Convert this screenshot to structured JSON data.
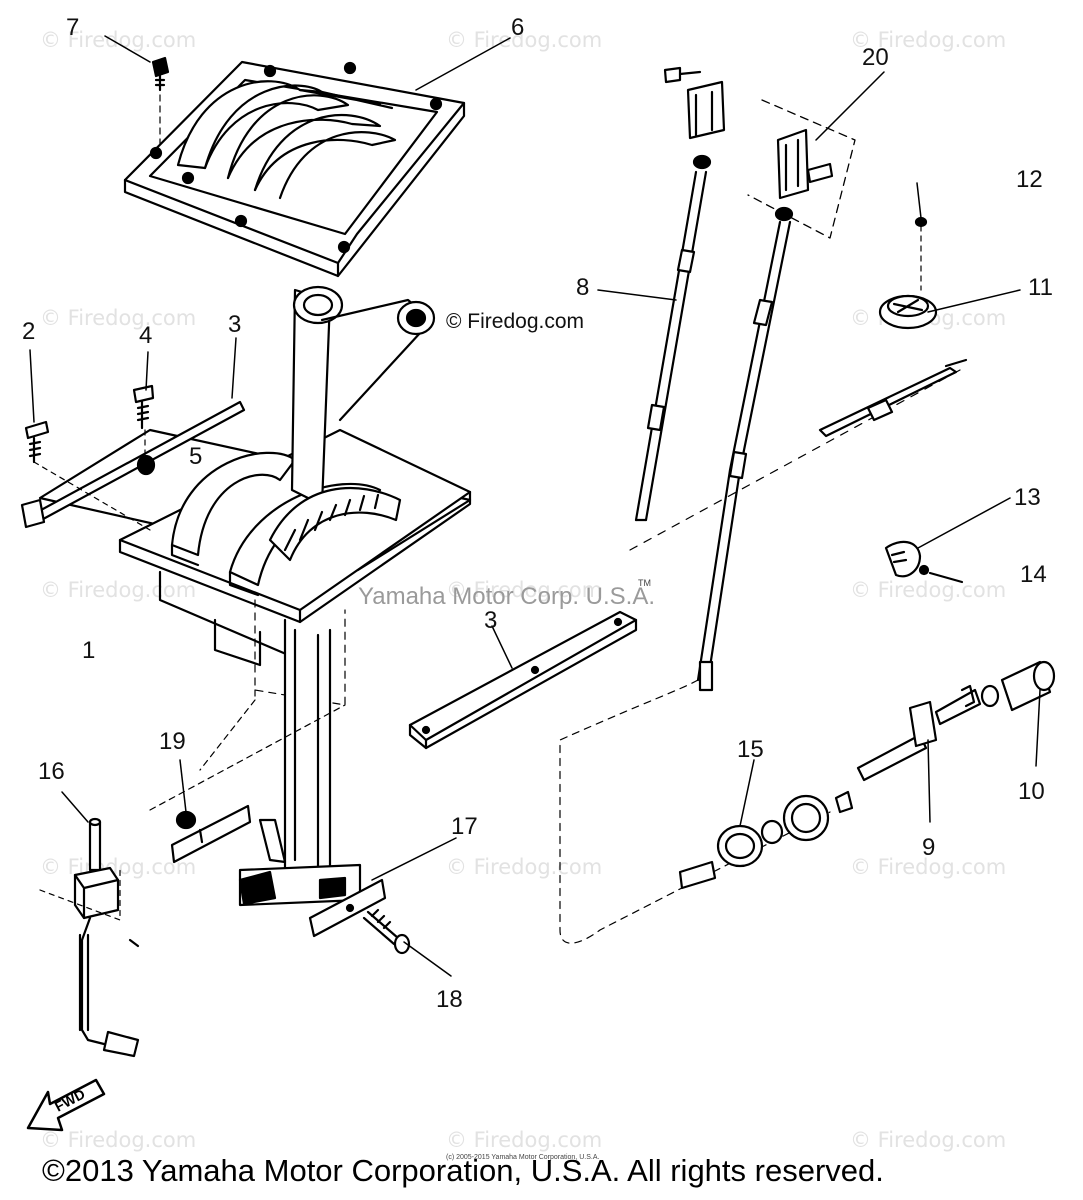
{
  "diagram": {
    "watermark_text": "© Firedog.com",
    "center_watermark": "Yamaha Motor Corp. U.S.A.",
    "tm_mark": "TM",
    "fine_print": "(c) 2005-2015 Yamaha Motor Corporation, U.S.A.",
    "corner_watermark": "© Firedog.com",
    "fwd_label": "FWD",
    "copyright": "©2013 Yamaha Motor Corporation, U.S.A. All rights reserved.",
    "callouts": {
      "c1": "1",
      "c2": "2",
      "c3a": "3",
      "c3b": "3",
      "c4": "4",
      "c5": "5",
      "c6": "6",
      "c7": "7",
      "c8": "8",
      "c9": "9",
      "c10": "10",
      "c11": "11",
      "c12": "12",
      "c13": "13",
      "c14": "14",
      "c15": "15",
      "c16": "16",
      "c17": "17",
      "c18": "18",
      "c19": "19",
      "c20": "20"
    }
  }
}
